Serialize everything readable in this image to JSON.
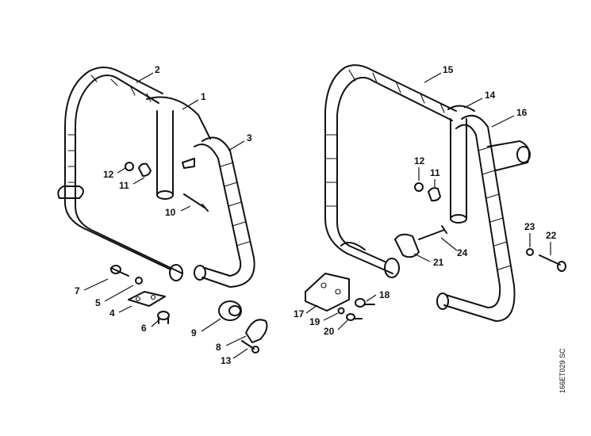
{
  "diagram": {
    "drawing_code": "166ET029 SC",
    "callouts": [
      "1",
      "2",
      "3",
      "4",
      "5",
      "6",
      "7",
      "8",
      "9",
      "10",
      "11",
      "12",
      "13",
      "14",
      "15",
      "16",
      "17",
      "18",
      "19",
      "20",
      "21",
      "22",
      "23",
      "24"
    ]
  }
}
